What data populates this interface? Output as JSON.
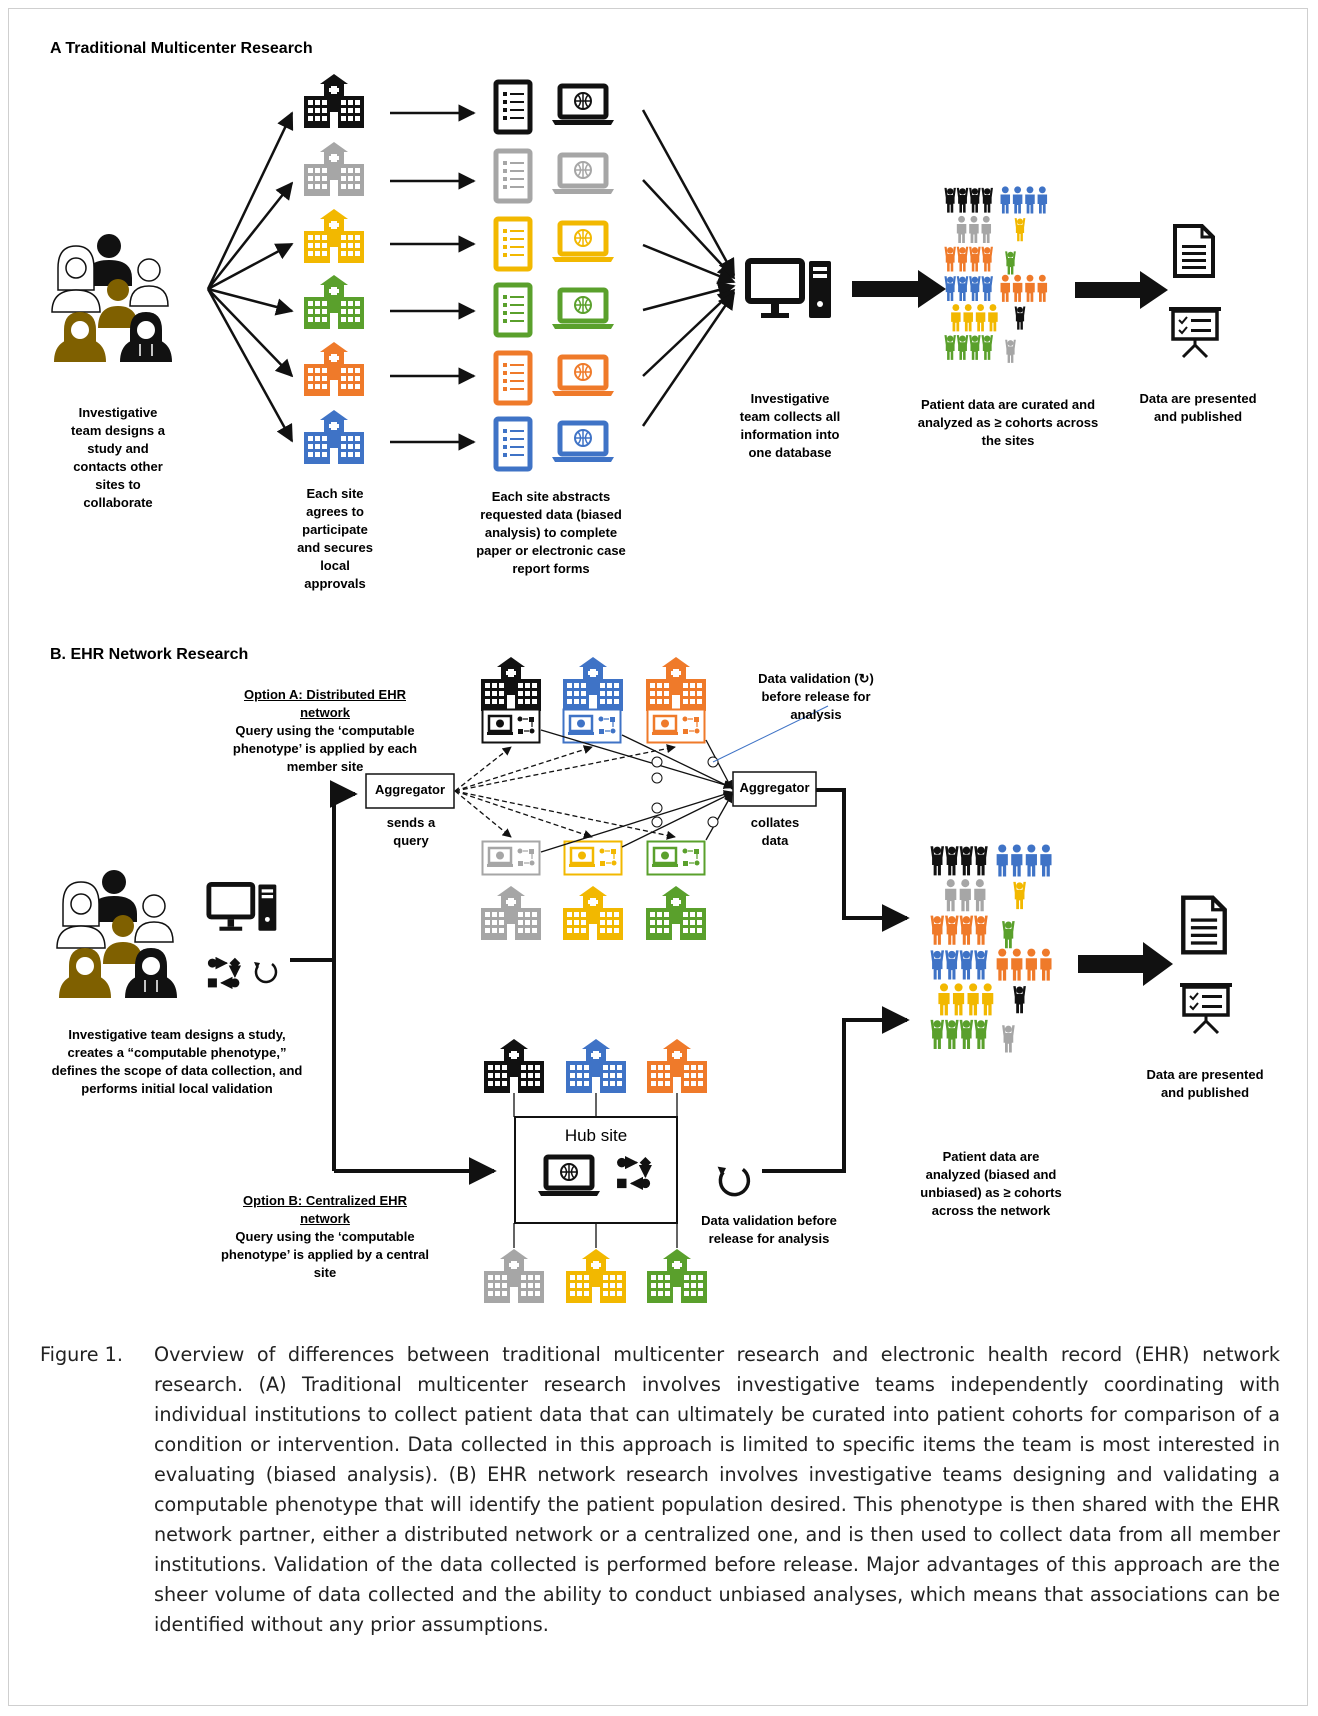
{
  "section_a": {
    "title": "A  Traditional Multicenter Research",
    "investigative_label": "Investigative team designs a study and contacts other sites to collaborate",
    "site_label": "Each site agrees to participate and secures local approvals",
    "abstract_label": "Each site abstracts requested data (biased analysis) to complete paper or electronic case report forms",
    "collect_label": "Investigative team collects all information into one database",
    "curate_label": "Patient data are curated and analyzed as ≥ cohorts across the sites",
    "publish_label": "Data are presented and published"
  },
  "section_b": {
    "title": "B.  EHR Network Research",
    "option_a_title": "Option A: Distributed EHR network",
    "option_a_text": "Query using the ‘computable phenotype’ is applied by each member site",
    "aggregator_left": "Aggregator",
    "aggregator_left_sub": "sends a query",
    "aggregator_right": "Aggregator",
    "aggregator_right_sub": "collates data",
    "validation_a": "Data validation (↻) before release for analysis",
    "team_label": "Investigative team designs a study, creates a “computable phenotype,” defines the scope of data collection, and performs initial local validation",
    "option_b_title": "Option B: Centralized EHR network",
    "option_b_text": "Query using the ‘computable phenotype’ is applied by a central site",
    "hub_label": "Hub site",
    "validation_b": "Data validation before release for analysis",
    "analyze_label": "Patient data are analyzed (biased and unbiased) as ≥ cohorts across the network",
    "publish_label": "Data are presented and published"
  },
  "caption": {
    "head": "Figure 1.",
    "body": "Overview of differences between traditional multicenter research and electronic health record (EHR) network research. (A) Traditional multicenter research involves investigative teams independently coordinating with individual institutions to collect patient data that can ultimately be curated into patient cohorts for comparison of a condition or intervention. Data collected in this approach is limited to specific items the team is most interested in evaluating (biased analysis). (B) EHR network research involves investigative teams designing and validating a computable phenotype that will identify the patient population desired. This phenotype is then shared with the EHR network partner, either a distributed network or a centralized one, and is then used to collect data from all member institutions. Validation of the data collected is performed before release. Major advantages of this approach are the sheer volume of data collected and the ability to conduct unbiased analyses, which means that associations can be identified without any prior assumptions."
  },
  "colors": {
    "black": "#111111",
    "gray": "#a6a6a6",
    "yellow": "#f2b800",
    "green": "#5aa02c",
    "orange": "#ef7a2a",
    "blue": "#3f73c6",
    "brown": "#7f6000"
  },
  "icons": [
    "hospital-icon",
    "case-report-form-icon",
    "laptop-icon",
    "computer-icon",
    "people-icon",
    "document-icon",
    "presentation-icon",
    "workflow-icon",
    "refresh-icon"
  ]
}
